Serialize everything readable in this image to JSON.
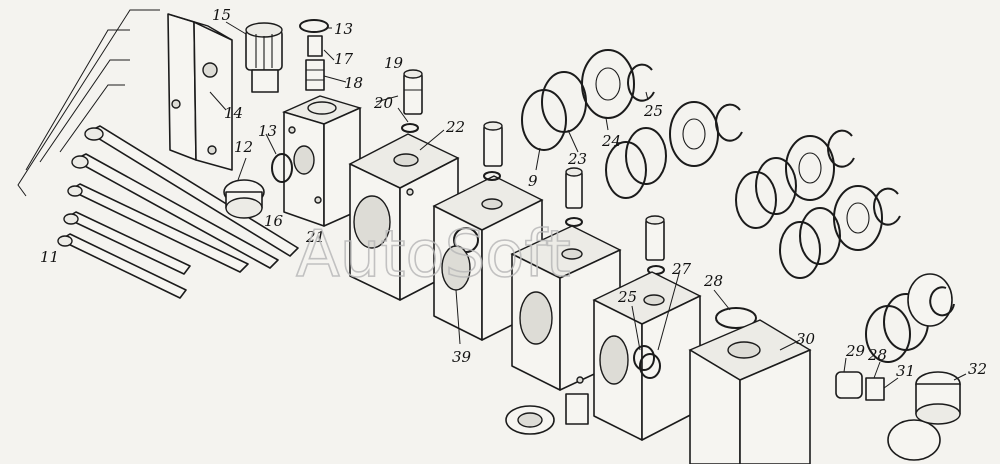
{
  "watermark": "AutoSoft",
  "callouts": {
    "c11": "11",
    "c12": "12",
    "c13a": "13",
    "c13b": "13",
    "c14": "14",
    "c15": "15",
    "c16": "16",
    "c17": "17",
    "c18": "18",
    "c19": "19",
    "c20": "20",
    "c21": "21",
    "c22": "22",
    "c23": "23",
    "c24": "24",
    "c25a": "25",
    "c25b": "25",
    "c27": "27",
    "c28a": "28",
    "c28b": "28",
    "c29": "29",
    "c30": "30",
    "c31": "31",
    "c32": "32",
    "c39": "39",
    "c9": "9"
  }
}
